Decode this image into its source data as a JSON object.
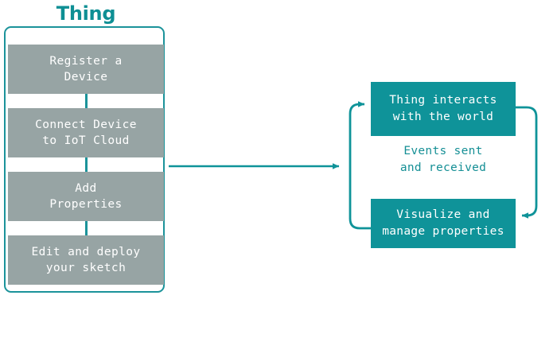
{
  "diagram": {
    "title": "Thing",
    "colors": {
      "teal": "#0f9399",
      "teal_line": "#1b939a",
      "teal_title": "#0e8f94",
      "gray_box": "#97a4a4",
      "white": "#ffffff"
    },
    "left_panel": {
      "label": "Thing",
      "steps": [
        {
          "id": "register-a-device",
          "text": "Register a\nDevice"
        },
        {
          "id": "connect-device-to-iot-cloud",
          "text": "Connect Device\nto IoT Cloud"
        },
        {
          "id": "add-properties",
          "text": "Add\nProperties"
        },
        {
          "id": "edit-and-deploy-your-sketch",
          "text": "Edit and deploy\nyour sketch"
        }
      ]
    },
    "transition_arrow": {
      "id": "left-to-right-arrow",
      "direction": "right",
      "label": ""
    },
    "right_cycle": {
      "top_box": {
        "id": "thing-interacts-with-the-world",
        "text": "Thing interacts\nwith the world"
      },
      "middle_label": {
        "id": "events-sent-and-received",
        "text": "Events sent\nand received"
      },
      "bottom_box": {
        "id": "visualize-and-manage-properties",
        "text": "Visualize and\nmanage properties"
      },
      "loops": [
        {
          "id": "loop-left-upward",
          "direction": "up"
        },
        {
          "id": "loop-right-downward",
          "direction": "down"
        }
      ]
    }
  }
}
